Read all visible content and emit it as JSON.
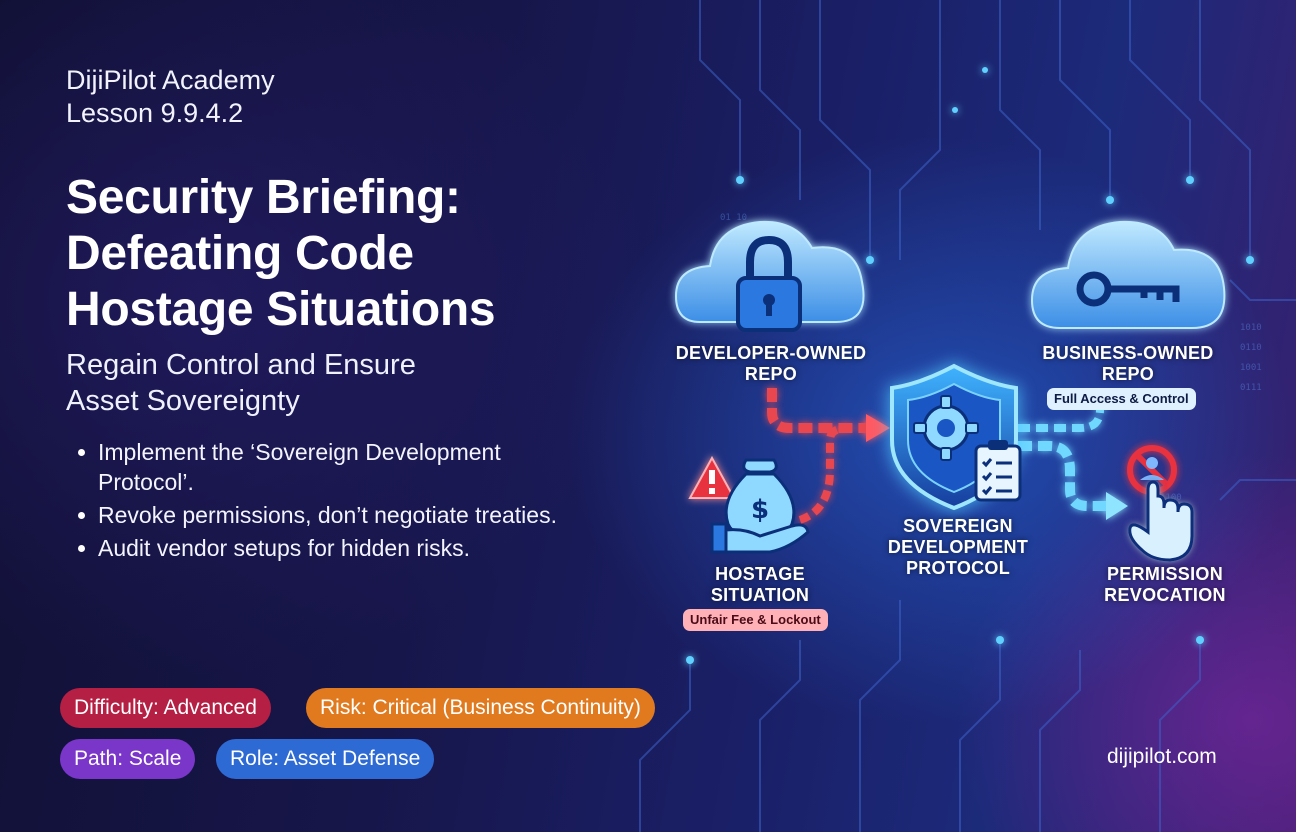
{
  "header": {
    "brand_line1": "DijiPilot Academy",
    "brand_line2": "Lesson 9.9.4.2"
  },
  "title": {
    "line1": "Security Briefing:",
    "line2": "Defeating Code",
    "line3": "Hostage Situations"
  },
  "subtitle": {
    "line1": "Regain Control and Ensure",
    "line2": "Asset Sovereignty"
  },
  "bullets": [
    "Implement the ‘Sovereign Development Protocol’.",
    "Revoke permissions, don’t negotiate treaties.",
    "Audit vendor setups for hidden risks."
  ],
  "tags": {
    "difficulty": "Difficulty: Advanced",
    "risk": "Risk: Critical (Business Continuity)",
    "path": "Path: Scale",
    "role": "Role: Asset Defense"
  },
  "colors": {
    "difficulty": "#b51f43",
    "risk": "#e17a1e",
    "path": "#7a35c9",
    "role": "#2e6ad4",
    "danger_arrow": "#e8474f",
    "safe_arrow": "#6fd7ff"
  },
  "diagram": {
    "developer_repo": {
      "line1": "DEVELOPER-OWNED",
      "line2": "REPO",
      "icon": "lock-cloud-icon"
    },
    "business_repo": {
      "line1": "BUSINESS-OWNED",
      "line2": "REPO",
      "badge": "Full Access & Control",
      "icon": "key-cloud-icon"
    },
    "protocol": {
      "line1": "SOVEREIGN",
      "line2": "DEVELOPMENT",
      "line3": "PROTOCOL",
      "icon": "shield-gear-icon"
    },
    "hostage": {
      "line1": "HOSTAGE",
      "line2": "SITUATION",
      "badge": "Unfair Fee & Lockout",
      "icon": "money-bag-hand-icon"
    },
    "revocation": {
      "line1": "PERMISSION",
      "line2": "REVOCATION",
      "icon": "revoke-hand-icon"
    }
  },
  "footer": {
    "website": "dijipilot.com"
  }
}
